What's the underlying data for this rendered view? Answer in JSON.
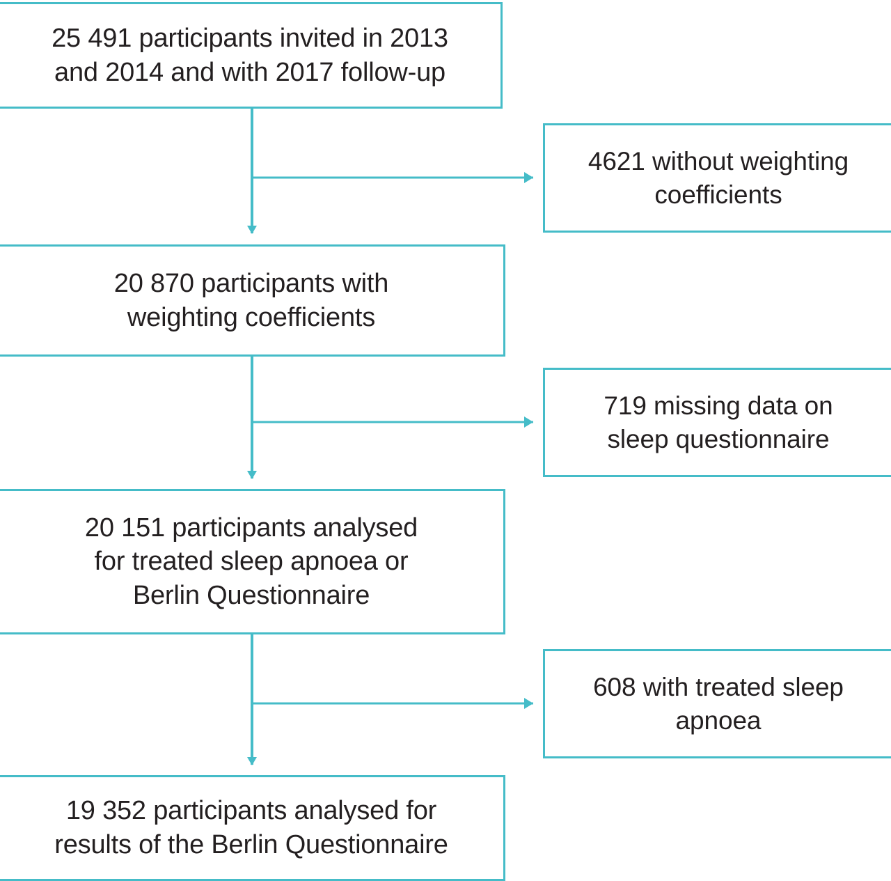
{
  "figure": {
    "type": "flowchart",
    "orientation": "vertical",
    "accent_color": "#45bcc8",
    "text_color": "#231f20",
    "background_color": "#ffffff"
  },
  "nodes": {
    "invited": {
      "id": "invited",
      "count": "25 491",
      "label": "25 491 participants invited in 2013\nand 2014 and with 2017 follow-up"
    },
    "weighted": {
      "id": "weighted",
      "count": "20 870",
      "label": "20 870 participants with\nweighting coefficients"
    },
    "analysed": {
      "id": "analysed",
      "count": "20 151",
      "label": "20 151 participants analysed\nfor treated sleep apnoea or\nBerlin Questionnaire"
    },
    "final": {
      "id": "final",
      "count": "19 352",
      "label": "19 352 participants analysed for\nresults of the Berlin Questionnaire"
    },
    "excl_weighting": {
      "id": "excl-weighting",
      "count": "4621",
      "label": "4621 without weighting\ncoefficients"
    },
    "excl_missing": {
      "id": "excl-missing",
      "count": "719",
      "label": "719 missing data on\nsleep questionnaire"
    },
    "excl_apnoea": {
      "id": "excl-apnoea",
      "count": "608",
      "label": "608 with treated sleep\napnoea"
    }
  },
  "flow": {
    "main_sequence": [
      "invited",
      "weighted",
      "analysed",
      "final"
    ],
    "exclusions": [
      {
        "from": "invited",
        "to": "excl_weighting",
        "n": 4621
      },
      {
        "from": "weighted",
        "to": "excl_missing",
        "n": 719
      },
      {
        "from": "analysed",
        "to": "excl_apnoea",
        "n": 608
      }
    ]
  },
  "chart_data": {
    "type": "flowchart",
    "title": "",
    "categories": [
      "25 491 participants invited in 2013 and 2014 and with 2017 follow-up",
      "20 870 participants with weighting coefficients",
      "20 151 participants analysed for treated sleep apnoea or Berlin Questionnaire",
      "19 352 participants analysed for results of the Berlin Questionnaire"
    ],
    "values": [
      25491,
      20870,
      20151,
      19352
    ],
    "excluded_labels": [
      "4621 without weighting coefficients",
      "719 missing data on sleep questionnaire",
      "608 with treated sleep apnoea"
    ],
    "excluded_values": [
      4621,
      719,
      608
    ]
  }
}
